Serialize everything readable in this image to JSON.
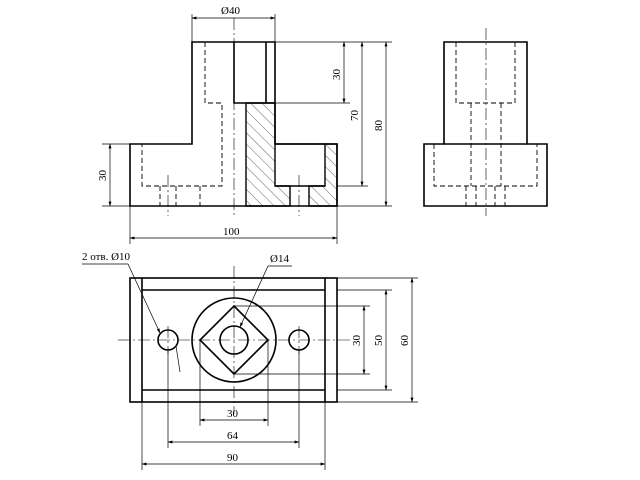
{
  "dimensions": {
    "top_diameter": "Ø40",
    "flange_height": "30",
    "bore_depth": "30",
    "slot_depth": "70",
    "total_height": "80",
    "base_length": "100",
    "holes_note": "2 отв. Ø10",
    "boss_hole": "Ø14",
    "square_size": "30",
    "hole_spacing": "64",
    "plan_length": "90",
    "square_width_side": "30",
    "plan_inner_width": "50",
    "plan_width": "60"
  }
}
